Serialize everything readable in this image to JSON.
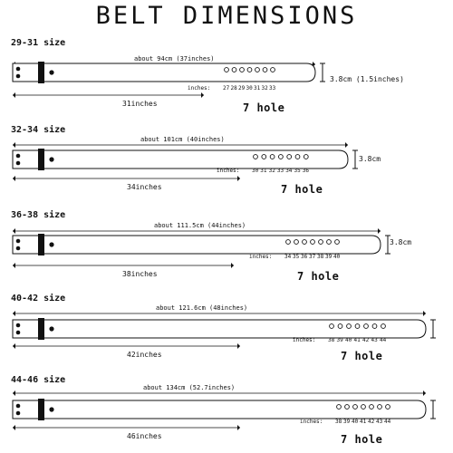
{
  "title": "BELT DIMENSIONS",
  "colors": {
    "ink": "#111111",
    "strap": "#ffffff",
    "watermark": "#e6e6e6"
  },
  "icons": {
    "buckle": "buckle-icon",
    "rivet": "rivet-icon",
    "hole": "hole-icon"
  },
  "belts": [
    {
      "size_label": "29-31 size",
      "total_label": "about 94cm (37inches)",
      "width_label": "3.8cm (1.5inches)",
      "inches_prefix": "inches:",
      "hole_sizes": [
        "27",
        "28",
        "29",
        "30",
        "31",
        "32",
        "33"
      ],
      "length_label": "31inches",
      "holes_label": "7 hole"
    },
    {
      "size_label": "32-34 size",
      "total_label": "about 101cm (40inches)",
      "width_label": "3.8cm",
      "inches_prefix": "inches:",
      "hole_sizes": [
        "30",
        "31",
        "32",
        "33",
        "34",
        "35",
        "36"
      ],
      "length_label": "34inches",
      "holes_label": "7 hole"
    },
    {
      "size_label": "36-38 size",
      "total_label": "about 111.5cm (44inches)",
      "width_label": "3.8cm",
      "inches_prefix": "inches:",
      "hole_sizes": [
        "34",
        "35",
        "36",
        "37",
        "38",
        "39",
        "40"
      ],
      "length_label": "38inches",
      "holes_label": "7 hole"
    },
    {
      "size_label": "40-42 size",
      "total_label": "about 121.6cm (48inches)",
      "width_label": "",
      "inches_prefix": "inches:",
      "hole_sizes": [
        "38",
        "39",
        "40",
        "41",
        "42",
        "43",
        "44"
      ],
      "length_label": "42inches",
      "holes_label": "7 hole"
    },
    {
      "size_label": "44-46 size",
      "total_label": "about 134cm (52.7inches)",
      "width_label": "",
      "inches_prefix": "inches:",
      "hole_sizes": [
        "38",
        "39",
        "40",
        "41",
        "42",
        "43",
        "44"
      ],
      "length_label": "46inches",
      "holes_label": "7 hole"
    }
  ]
}
